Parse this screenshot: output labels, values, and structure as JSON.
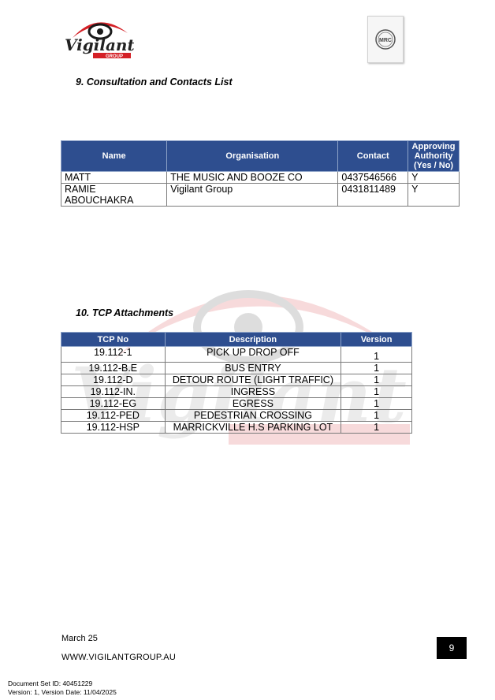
{
  "header": {
    "logo_text": "Vigilant",
    "logo_sub": "GROUP",
    "seal_text": "MRC"
  },
  "watermark": {
    "text": "Vigilant",
    "sub": "GROUP"
  },
  "section9": {
    "title": "9.  Consultation and Contacts List",
    "columns": [
      "Name",
      "Organisation",
      "Contact",
      "Approving Authority (Yes / No)"
    ],
    "rows": [
      {
        "name": "MATT",
        "org": "THE MUSIC AND BOOZE CO",
        "contact": "0437546566",
        "approve": "Y"
      },
      {
        "name": "RAMIE ABOUCHAKRA",
        "org": "Vigilant Group",
        "contact": "0431811489",
        "approve": "Y"
      }
    ]
  },
  "section10": {
    "title": "10. TCP Attachments",
    "columns": [
      "TCP No",
      "Description",
      "Version"
    ],
    "rows": [
      {
        "no": "19.112-1",
        "desc": "PICK UP DROP OFF",
        "ver": "1"
      },
      {
        "no": "19.112-B.E",
        "desc": "BUS ENTRY",
        "ver": "1"
      },
      {
        "no": "19.112-D",
        "desc": "DETOUR ROUTE (LIGHT TRAFFIC)",
        "ver": "1"
      },
      {
        "no": "19.112-IN.",
        "desc": "INGRESS",
        "ver": "1"
      },
      {
        "no": "19.112-EG",
        "desc": "EGRESS",
        "ver": "1"
      },
      {
        "no": "19.112-PED",
        "desc": "PEDESTRIAN CROSSING",
        "ver": "1"
      },
      {
        "no": "19.112-HSP",
        "desc": "MARRICKVILLE H.S PARKING LOT",
        "ver": "1"
      }
    ]
  },
  "footer": {
    "date": "March 25",
    "website": "WWW.VIGILANTGROUP.AU",
    "page_number": "9",
    "doc_set_id": "Document Set ID: 40451229",
    "version": "Version: 1, Version Date: 11/04/2025"
  },
  "colors": {
    "header_blue": "#2e4e8f",
    "logo_red": "#d42026"
  }
}
